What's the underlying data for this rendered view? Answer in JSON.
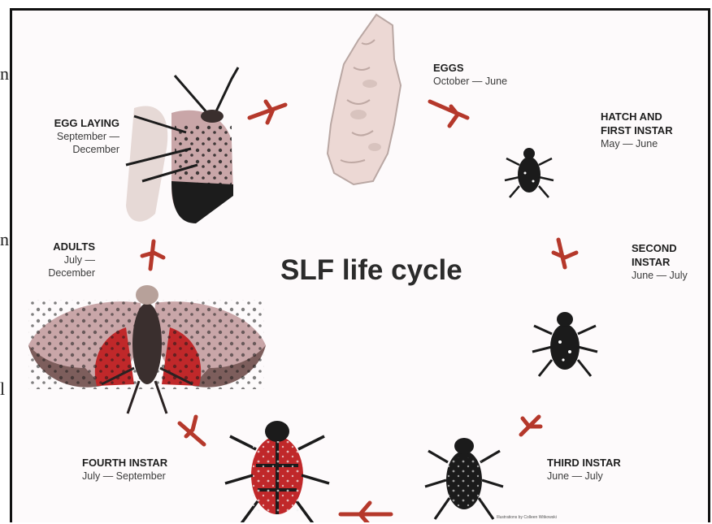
{
  "title": "SLF life cycle",
  "stages": [
    {
      "id": "eggs",
      "title": "EGGS",
      "dates": "October — June"
    },
    {
      "id": "hatch",
      "title": "HATCH AND\nFIRST INSTAR",
      "dates": "May — June"
    },
    {
      "id": "second",
      "title": "SECOND\nINSTAR",
      "dates": "June — July"
    },
    {
      "id": "third",
      "title": "THIRD INSTAR",
      "dates": "June — July"
    },
    {
      "id": "fourth",
      "title": "FOURTH INSTAR",
      "dates": "July — September"
    },
    {
      "id": "adults",
      "title": "ADULTS",
      "dates": "July —\nDecember"
    },
    {
      "id": "egglaying",
      "title": "EGG LAYING",
      "dates": "September —\nDecember"
    }
  ],
  "credit": "Illustrations by Colleen Witkowski",
  "edge_letters": [
    "n",
    "n",
    "l"
  ],
  "colors": {
    "arrow": "#b5382b",
    "nymph_red": "#c0282a",
    "adult_wing": "#c9a6a8",
    "egg_mass": "#ecd8d4"
  }
}
